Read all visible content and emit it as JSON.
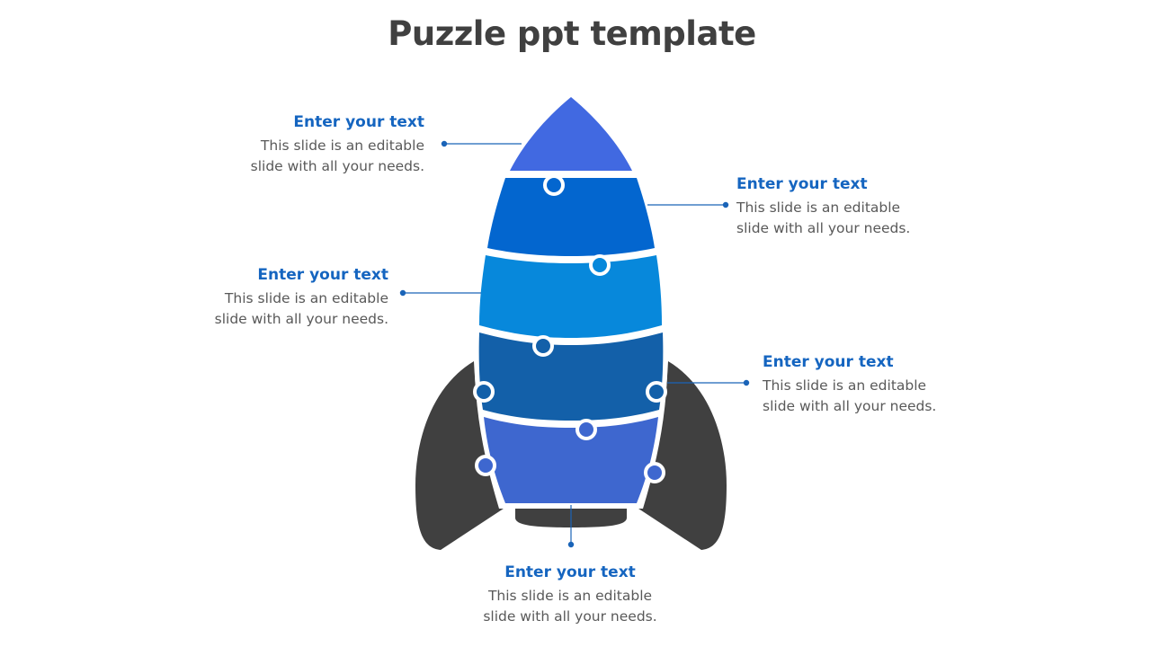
{
  "title": "Puzzle ppt template",
  "colors": {
    "tip": "#4169e1",
    "band1": "#0366cf",
    "band2": "#0788db",
    "band3": "#1360a9",
    "band4": "#3e67cf",
    "fins": "#404040",
    "heading": "#1565c0",
    "body_text": "#595959",
    "connector": "#1a64b8"
  },
  "callouts": [
    {
      "id": "tip",
      "heading": "Enter your text",
      "body_line1": "This slide is an editable",
      "body_line2": "slide with all your needs."
    },
    {
      "id": "band1",
      "heading": "Enter your text",
      "body_line1": "This slide is an editable",
      "body_line2": "slide with all your needs."
    },
    {
      "id": "band2",
      "heading": "Enter your text",
      "body_line1": "This slide is an editable",
      "body_line2": "slide with all your needs."
    },
    {
      "id": "band3",
      "heading": "Enter your text",
      "body_line1": "This slide is an editable",
      "body_line2": "slide with all your needs."
    },
    {
      "id": "base",
      "heading": "Enter your text",
      "body_line1": "This slide is an editable",
      "body_line2": "slide with all your needs."
    }
  ]
}
